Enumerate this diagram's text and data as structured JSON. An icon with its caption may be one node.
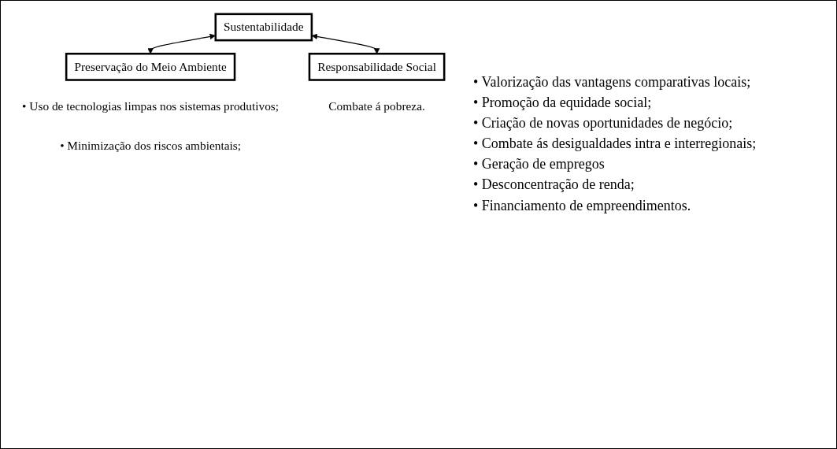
{
  "diagram": {
    "nodes": [
      {
        "text": [
          "Sustentabilidade"
        ]
      },
      {
        "text": [
          "Preservação do Meio Ambiente"
        ],
        "beside": [
          "• Uso de tecnologias limpas nos sistemas produtivos;",
          "• Minimização dos riscos ambientais;"
        ]
      },
      {
        "text": [
          "Responsabilidade Social"
        ],
        "beside": [
          "Combate á pobreza."
        ]
      }
    ],
    "edges": [
      {
        "from": 0,
        "to": 1,
        "arrow": "both"
      },
      {
        "from": 0,
        "to": 2,
        "arrow": "both"
      }
    ],
    "labels": [
      "• Valorização das vantagens comparativas locais;",
      "• Promoção da equidade social;",
      "• Criação de novas oportunidades de negócio;",
      "• Combate ás desigualdades intra e interregionais;",
      "• Geração de empregos",
      "• Desconcentração de renda;",
      "• Financiamento de empreendimentos."
    ]
  }
}
